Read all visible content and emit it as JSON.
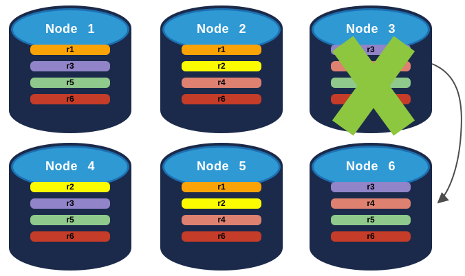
{
  "diagram": {
    "name": "replica-distribution-with-failed-node",
    "nodes": [
      {
        "title": "Node 1",
        "failed": false,
        "replicas": [
          {
            "label": "r1",
            "color": "#FAA306"
          },
          {
            "label": "r3",
            "color": "#9184C8"
          },
          {
            "label": "r5",
            "color": "#8FC98B"
          },
          {
            "label": "r6",
            "color": "#C53C28"
          }
        ]
      },
      {
        "title": "Node 2",
        "failed": false,
        "replicas": [
          {
            "label": "r1",
            "color": "#FAA306"
          },
          {
            "label": "r2",
            "color": "#FCFC00"
          },
          {
            "label": "r4",
            "color": "#DE8171"
          },
          {
            "label": "r6",
            "color": "#C53C28"
          }
        ]
      },
      {
        "title": "Node 3",
        "failed": true,
        "replicas": [
          {
            "label": "r3",
            "color": "#9184C8"
          },
          {
            "label": "",
            "color": "#DE8171"
          },
          {
            "label": "",
            "color": "#8FC98B"
          },
          {
            "label": "",
            "color": "#C53C28"
          }
        ]
      },
      {
        "title": "Node 4",
        "failed": false,
        "replicas": [
          {
            "label": "r2",
            "color": "#FCFC00"
          },
          {
            "label": "r3",
            "color": "#9184C8"
          },
          {
            "label": "r5",
            "color": "#8FC98B"
          },
          {
            "label": "r6",
            "color": "#C53C28"
          }
        ]
      },
      {
        "title": "Node 5",
        "failed": false,
        "replicas": [
          {
            "label": "r1",
            "color": "#FAA306"
          },
          {
            "label": "r2",
            "color": "#FCFC00"
          },
          {
            "label": "r4",
            "color": "#DE8171"
          },
          {
            "label": "r6",
            "color": "#C53C28"
          }
        ]
      },
      {
        "title": "Node 6",
        "failed": false,
        "replicas": [
          {
            "label": "r3",
            "color": "#9184C8"
          },
          {
            "label": "r4",
            "color": "#DE8171"
          },
          {
            "label": "r5",
            "color": "#8FC98B"
          },
          {
            "label": "r6",
            "color": "#C53C28"
          }
        ]
      }
    ],
    "failure_mark": {
      "icon": "x-mark-icon",
      "color": "#8DC63F"
    },
    "arrow": {
      "from": "Node 3",
      "to": "Node 6",
      "color": "#4D4D4D"
    },
    "colors": {
      "cylinder_body": "#1B2A4A",
      "cylinder_top": "#2F99D4",
      "cylinder_top_border": "#1C6FB0",
      "node_title_text": "#FFFFFF",
      "replica_label_text": "#000000",
      "background": "#FFFFFF"
    }
  }
}
